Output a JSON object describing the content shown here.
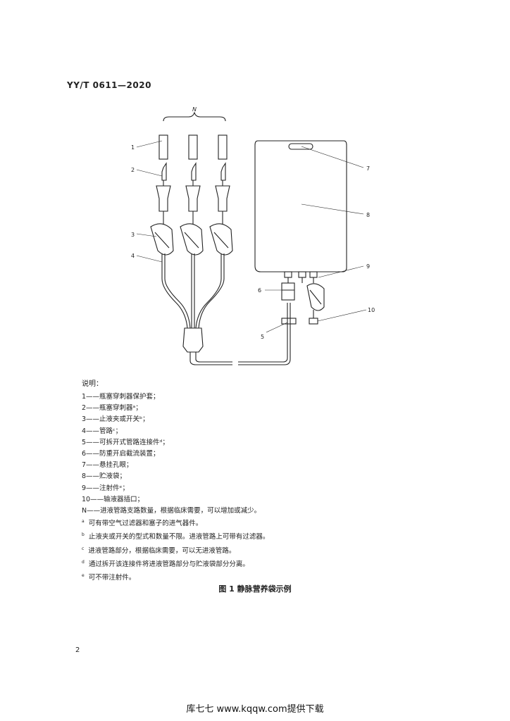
{
  "header": {
    "doc_code": "YY/T 0611—2020"
  },
  "figure": {
    "group_label": "N",
    "callouts": [
      "1",
      "2",
      "3",
      "4",
      "5",
      "6",
      "7",
      "8",
      "9",
      "10"
    ]
  },
  "legend": {
    "heading": "说明：",
    "items": [
      {
        "num": "1",
        "text": "——瓶塞穿刺器保护套；"
      },
      {
        "num": "2",
        "text": "——瓶塞穿刺器ᵃ；"
      },
      {
        "num": "3",
        "text": "——止液夹或开关ᵇ；"
      },
      {
        "num": "4",
        "text": "——管路ᶜ；"
      },
      {
        "num": "5",
        "text": "——可拆开式管路连接件ᵈ；"
      },
      {
        "num": "6",
        "text": "——防重开启截流装置；"
      },
      {
        "num": "7",
        "text": "——悬挂孔眼；"
      },
      {
        "num": "8",
        "text": "——贮液袋；"
      },
      {
        "num": "9",
        "text": "——注射件ᵉ；"
      },
      {
        "num": "10",
        "text": "——输液器插口；"
      },
      {
        "num": "N",
        "text": "——进液管路支路数量，根据临床需要，可以增加或减少。"
      }
    ]
  },
  "notes": [
    {
      "mark": "a",
      "text": "可有带空气过滤器和塞子的进气器件。"
    },
    {
      "mark": "b",
      "text": "止液夹或开关的型式和数量不限。进液管路上可带有过滤器。"
    },
    {
      "mark": "c",
      "text": "进液管路部分，根据临床需要，可以无进液管路。"
    },
    {
      "mark": "d",
      "text": "通过拆开该连接件将进液管路部分与贮液袋部分分离。"
    },
    {
      "mark": "e",
      "text": "可不带注射件。"
    }
  ],
  "caption": "图 1   静脉营养袋示例",
  "page_number": "2",
  "footer": "库七七  www.kqqw.com提供下载"
}
